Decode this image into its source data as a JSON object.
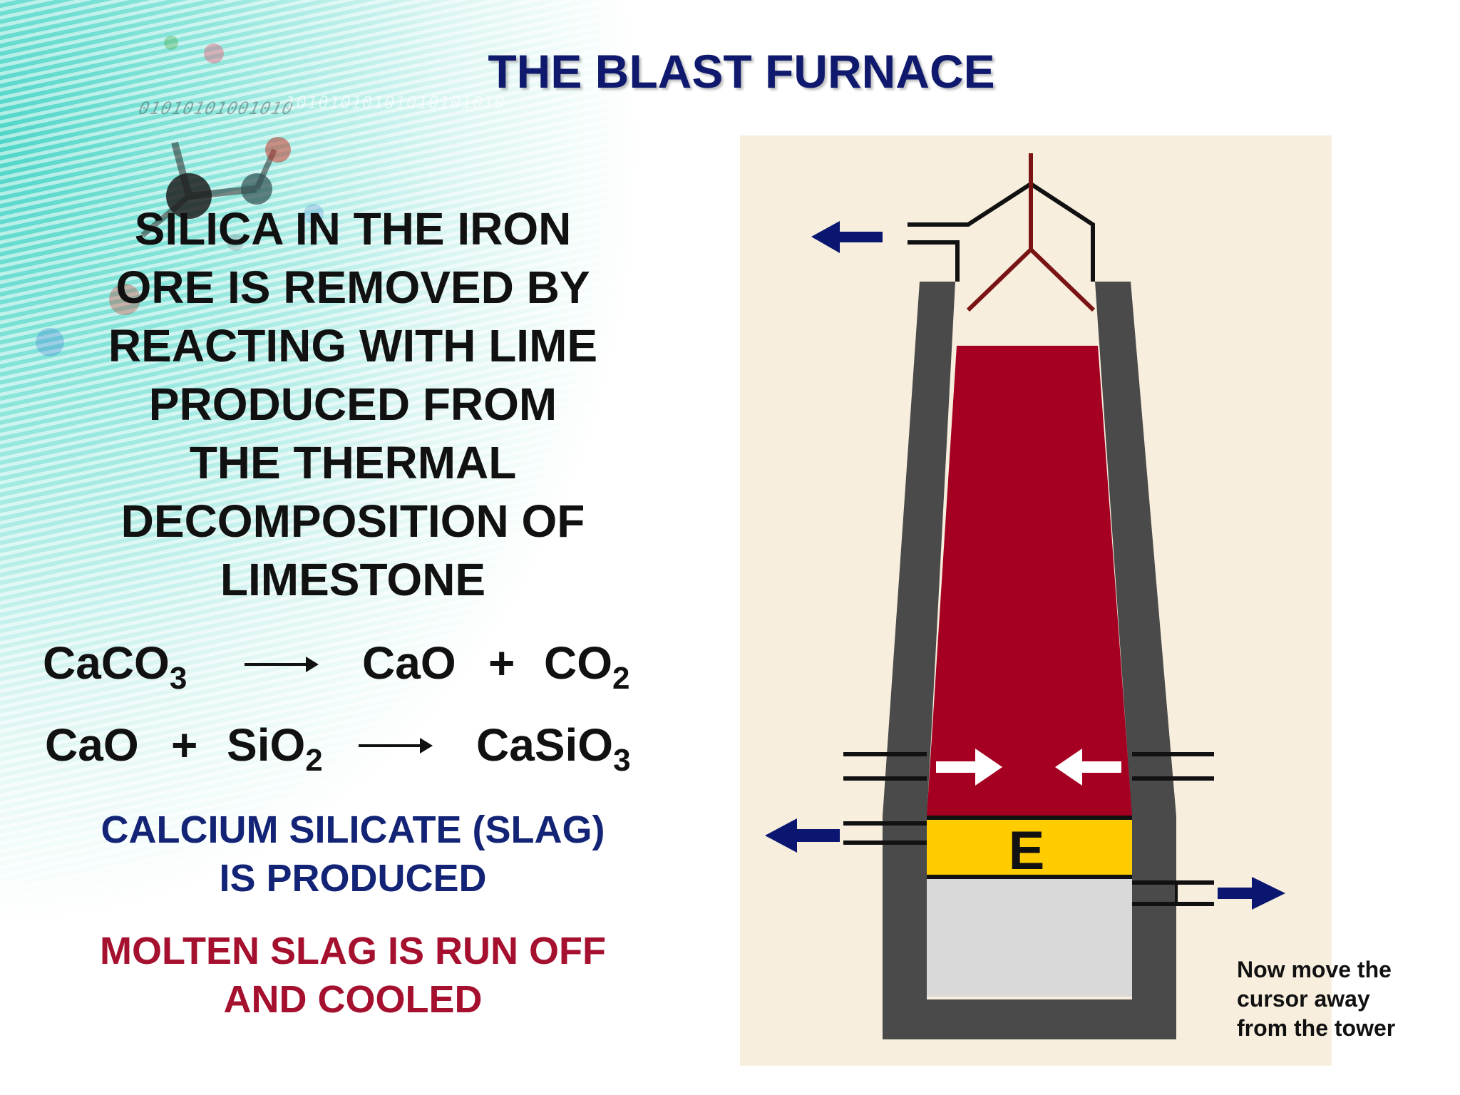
{
  "title": "THE BLAST FURNACE",
  "paragraph_lines": [
    "SILICA IN THE IRON",
    "ORE IS REMOVED BY",
    "REACTING WITH LIME",
    "PRODUCED FROM",
    "THE THERMAL",
    "DECOMPOSITION OF",
    "LIMESTONE"
  ],
  "equation1": {
    "reactant": "CaCO",
    "reactant_sub": "3",
    "product1": "CaO",
    "plus": "+",
    "product2": "CO",
    "product2_sub": "2"
  },
  "equation2": {
    "reactant1": "CaO",
    "plus": "+",
    "reactant2": "SiO",
    "reactant2_sub": "2",
    "product": "CaSiO",
    "product_sub": "3"
  },
  "slag_lines": [
    "CALCIUM SILICATE (SLAG)",
    "IS PRODUCED"
  ],
  "runoff_lines": [
    "MOLTEN SLAG IS RUN OFF",
    "AND COOLED"
  ],
  "diagram": {
    "zone_label": "E",
    "cursor_note_lines": [
      "Now move the",
      "cursor away",
      "from the tower"
    ]
  },
  "colors": {
    "title": "#0f1a6e",
    "furnace_wall": "#4a4a4a",
    "hot_zone": "#a50021",
    "slag_layer": "#ffcc00",
    "iron_layer": "#d9d9d9",
    "arrow_blue": "#0a1670",
    "hopper_red": "#7a1414"
  }
}
